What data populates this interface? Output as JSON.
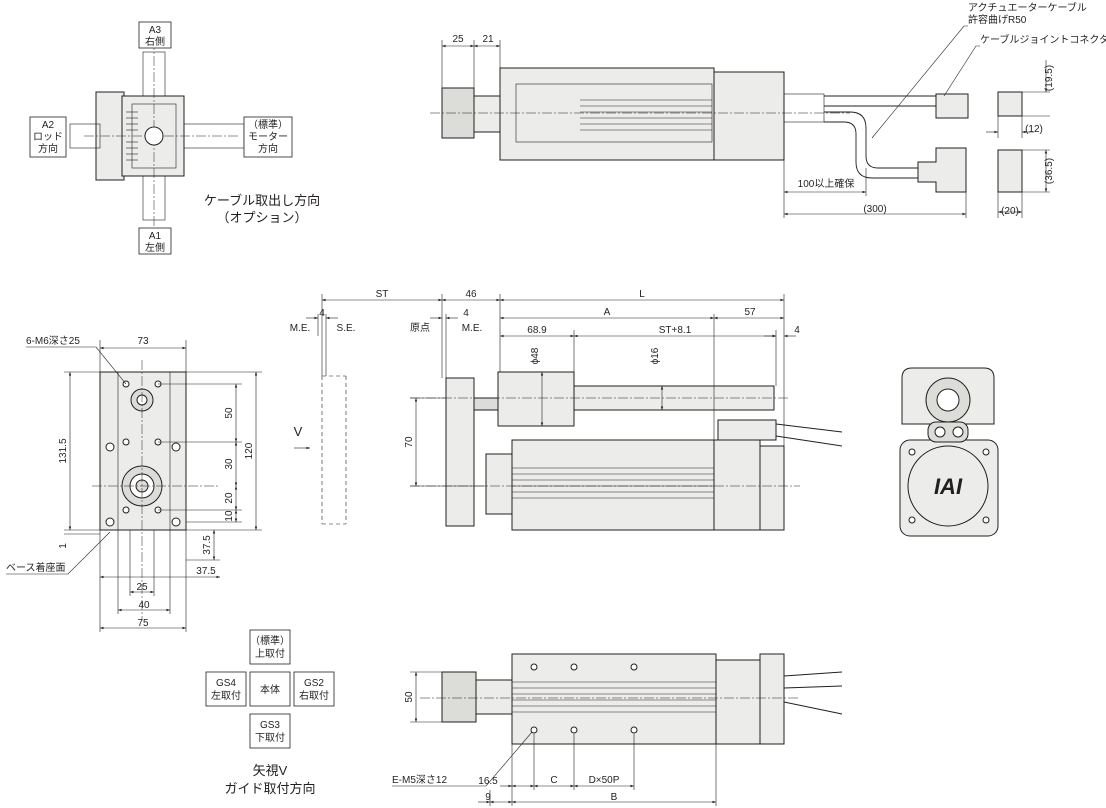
{
  "view_top": {
    "a3": "A3",
    "a3_sub": "右側",
    "a2": "A2",
    "a2_sub1": "ロッド",
    "a2_sub2": "方向",
    "std": "（標準）",
    "std_sub1": "モーター",
    "std_sub2": "方向",
    "a1": "A1",
    "a1_sub": "左側",
    "caption1": "ケーブル取出し方向",
    "caption2": "（オプション）"
  },
  "view_side_top": {
    "d25": "25",
    "d21": "21",
    "cable_label1": "アクチュエーターケーブル",
    "cable_label2": "許容曲げR50",
    "joint_label": "ケーブルジョイントコネクター",
    "d195": "(19.5)",
    "d12": "(12)",
    "d365": "(36.5)",
    "d20": "(20)",
    "d100": "100以上確保",
    "d300": "(300)"
  },
  "view_front": {
    "tap": "6-M6深さ25",
    "d73": "73",
    "d1315": "131.5",
    "d50": "50",
    "d120": "120",
    "d30": "30",
    "d20": "20",
    "d10": "10",
    "d1": "1",
    "d375a": "37.5",
    "d375b": "37.5",
    "d25": "25",
    "d40": "40",
    "d75": "75",
    "base": "ベース着座面"
  },
  "view_main": {
    "st": "ST",
    "d46": "46",
    "l": "L",
    "d4a": "4",
    "me1": "M.E.",
    "se": "S.E.",
    "genten": "原点",
    "d4b": "4",
    "me2": "M.E.",
    "a": "A",
    "d57": "57",
    "d689": "68.9",
    "st81": "ST+8.1",
    "d4c": "4",
    "phi48": "ϕ48",
    "phi16": "ϕ16",
    "d70": "70",
    "v": "V"
  },
  "view_bottom": {
    "d50": "50",
    "tap": "E-M5深さ12",
    "d165": "16.5",
    "c": "C",
    "dx50p": "D×50P",
    "d9": "9",
    "b": "B"
  },
  "guide": {
    "std1": "（標準）",
    "std2": "上取付",
    "gs4a": "GS4",
    "gs4b": "左取付",
    "body": "本体",
    "gs2a": "GS2",
    "gs2b": "右取付",
    "gs3a": "GS3",
    "gs3b": "下取付",
    "cap1": "矢視V",
    "cap2": "ガイド取付方向"
  },
  "end_view": {
    "logo": "IAI"
  }
}
